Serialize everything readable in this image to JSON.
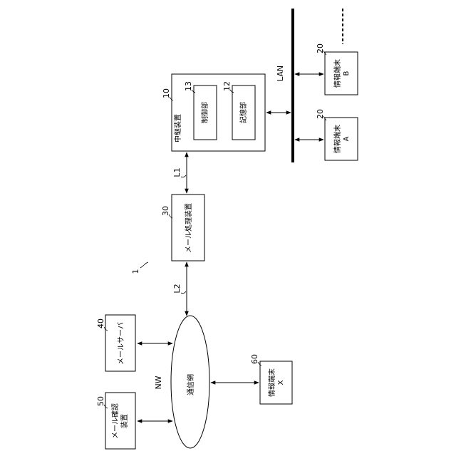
{
  "system_ref": "1",
  "relay": {
    "ref": "10",
    "title": "中継装置"
  },
  "control": {
    "ref": "13",
    "name": "制御部"
  },
  "storage": {
    "ref": "12",
    "name": "記憶部"
  },
  "mail_proc": {
    "ref": "30",
    "name": "メール処理装置"
  },
  "network": {
    "label": "NW",
    "name": "通信網"
  },
  "mail_server": {
    "ref": "40",
    "name": "メールサーバ"
  },
  "mail_confirm": {
    "ref": "50",
    "line1": "メール確認",
    "line2": "装置"
  },
  "terminal_x": {
    "ref": "60",
    "line1": "情報端末",
    "line2": "X"
  },
  "terminal_a": {
    "ref": "20",
    "line1": "情報端末",
    "line2": "A"
  },
  "terminal_b": {
    "ref": "20",
    "line1": "情報端末",
    "line2": "B"
  },
  "lan": {
    "label": "LAN"
  },
  "links": {
    "l1": "L1",
    "l2": "L2"
  }
}
